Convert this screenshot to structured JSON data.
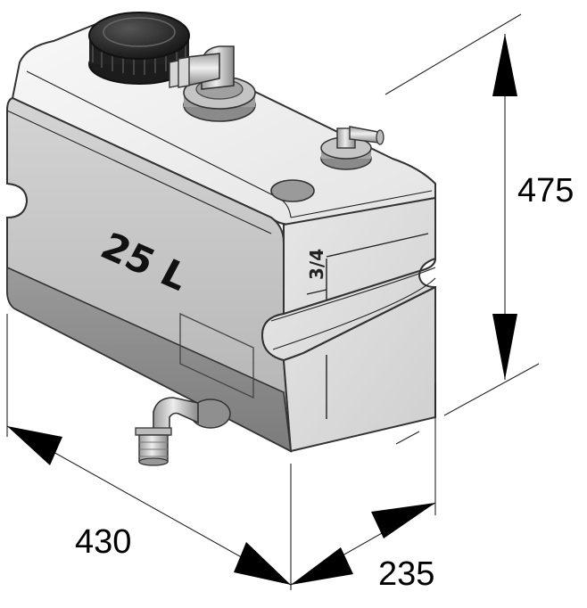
{
  "product": {
    "capacity_label": "25 L",
    "gauge_mark": "3/4"
  },
  "dimensions": {
    "height": "475",
    "length": "430",
    "depth": "235"
  }
}
